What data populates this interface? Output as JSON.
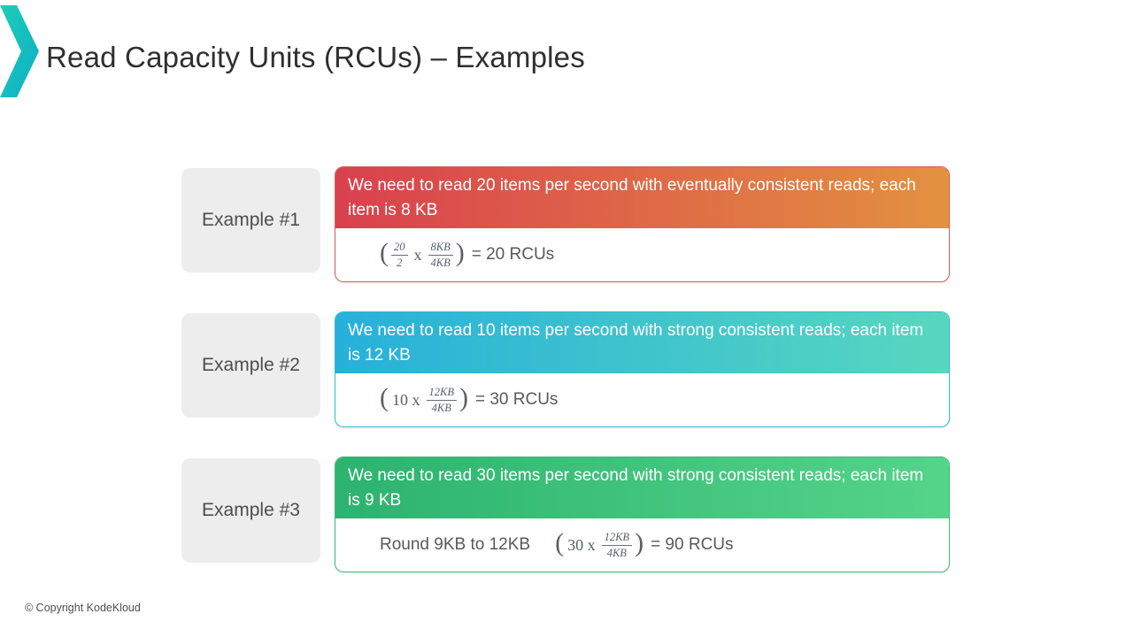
{
  "slide": {
    "title": "Read Capacity Units (RCUs) – Examples",
    "footer": "© Copyright KodeKloud"
  },
  "decorations": {
    "chevron": {
      "start": "#1fcdb6",
      "end": "#0cafc9"
    }
  },
  "examples": [
    {
      "label": "Example #1",
      "statement": "We need to read 20 items per second with eventually consistent reads; each item is 8 KB",
      "colors": {
        "start": "#d9404e",
        "end": "#e39140",
        "border": "#d65f58"
      },
      "formula": {
        "open": "(",
        "frac1": {
          "num": "20",
          "den": "2"
        },
        "operator": "x",
        "frac2": {
          "num": "8KB",
          "den": "4KB"
        },
        "close": ")",
        "result": "= 20 RCUs"
      }
    },
    {
      "label": "Example #2",
      "statement": "We need to read 10 items per second with strong consistent reads; each item is 12 KB",
      "colors": {
        "start": "#27b0da",
        "end": "#58d7bf",
        "border": "#30bcd4"
      },
      "formula": {
        "open": "(",
        "lead": "10 x",
        "frac2": {
          "num": "12KB",
          "den": "4KB"
        },
        "close": ")",
        "result": "= 30 RCUs"
      }
    },
    {
      "label": "Example #3",
      "statement": "We need to read 30 items per second with strong consistent reads; each item is 9 KB",
      "colors": {
        "start": "#2cb36f",
        "end": "#55d48a",
        "border": "#39bd7b"
      },
      "formula": {
        "note": "Round 9KB to 12KB",
        "open": "(",
        "lead": "30 x",
        "frac2": {
          "num": "12KB",
          "den": "4KB"
        },
        "close": ")",
        "result": "= 90 RCUs"
      }
    }
  ]
}
